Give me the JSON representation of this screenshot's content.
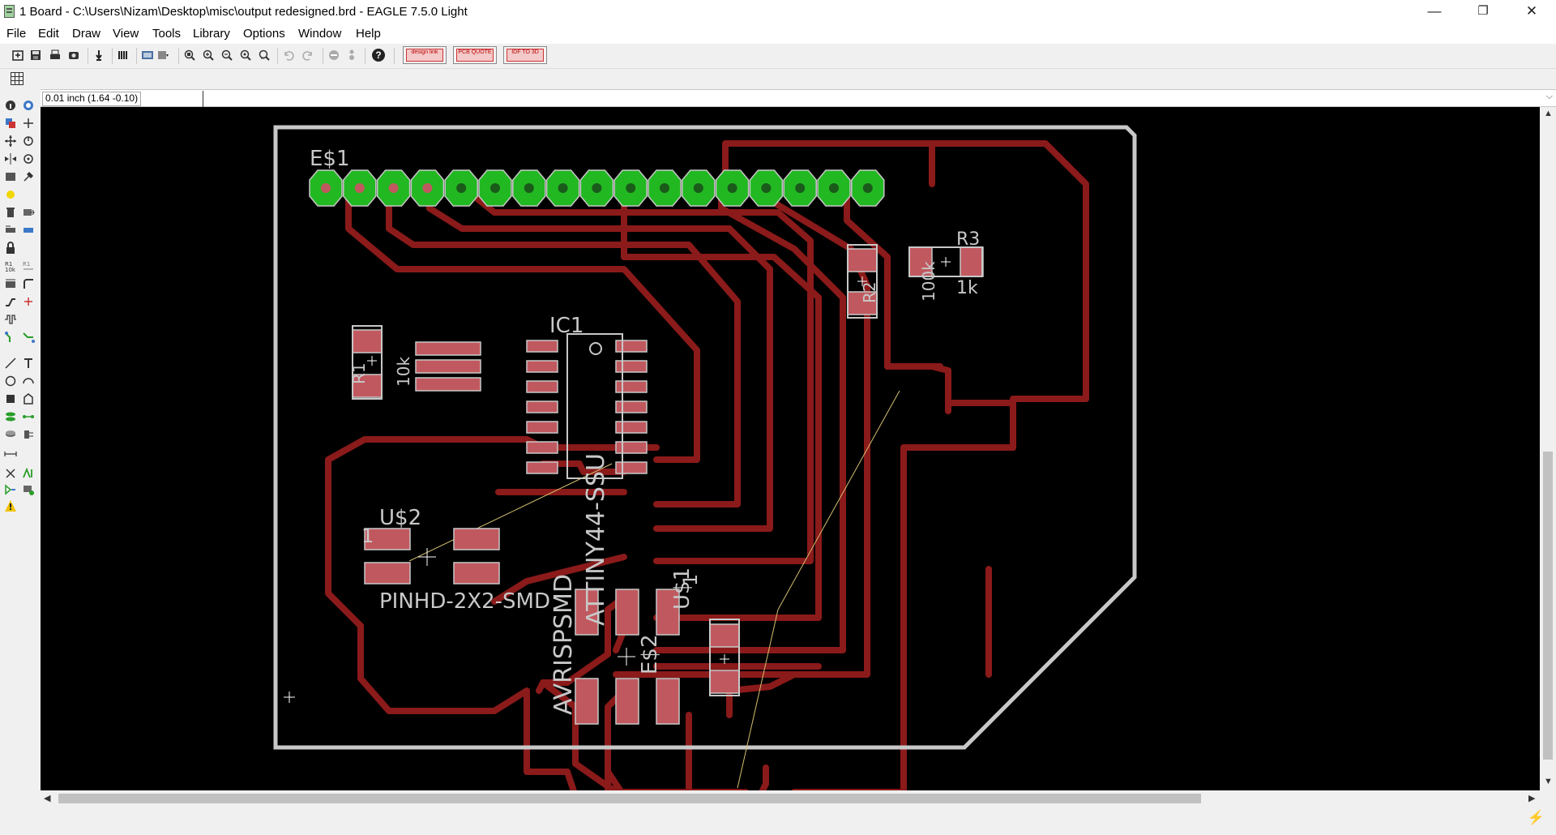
{
  "window": {
    "title": "1 Board - C:\\Users\\Nizam\\Desktop\\misc\\output redesigned.brd - EAGLE 7.5.0 Light",
    "controls": {
      "minimize": "—",
      "maximize": "❐",
      "close": "✕"
    }
  },
  "menu": [
    "File",
    "Edit",
    "Draw",
    "View",
    "Tools",
    "Library",
    "Options",
    "Window",
    "Help"
  ],
  "toolbar": {
    "help_glyph": "?",
    "logo_buttons": [
      {
        "icon": "design-link-logo",
        "text": "design link"
      },
      {
        "icon": "pcb-quote-logo",
        "text": "PCB QUOTE"
      },
      {
        "icon": "idf-to-3d-logo",
        "text": "IDF TO 3D"
      }
    ]
  },
  "command_line": {
    "coordinate": "0.01 inch (1.64 -0.10)",
    "value": ""
  },
  "board": {
    "colors": {
      "background": "#000000",
      "outline": "#c8c8c8",
      "copper": "#8b1a1a",
      "pad": "#c0595f",
      "via_pad": "#22b822",
      "silkscreen": "#c8c8c8",
      "airwire": "#d4c070"
    },
    "labels": {
      "header": "E$1",
      "ic": "IC1",
      "ic_value": "ATTINY44-SSU",
      "connector": "U$2",
      "connector_value": "PINHD-2X2-SMD",
      "connector_pin": "1",
      "r1": "R1",
      "r1_value": "10k",
      "r2": "R2",
      "r2_value": "100k",
      "r3": "R3",
      "r3_value": "1k",
      "isp": "AVRISPSMD",
      "isp_pin": "1",
      "u1": "U$1",
      "e2": "E$2"
    }
  },
  "statusbar": {
    "text": "",
    "icon": "stop-icon"
  }
}
